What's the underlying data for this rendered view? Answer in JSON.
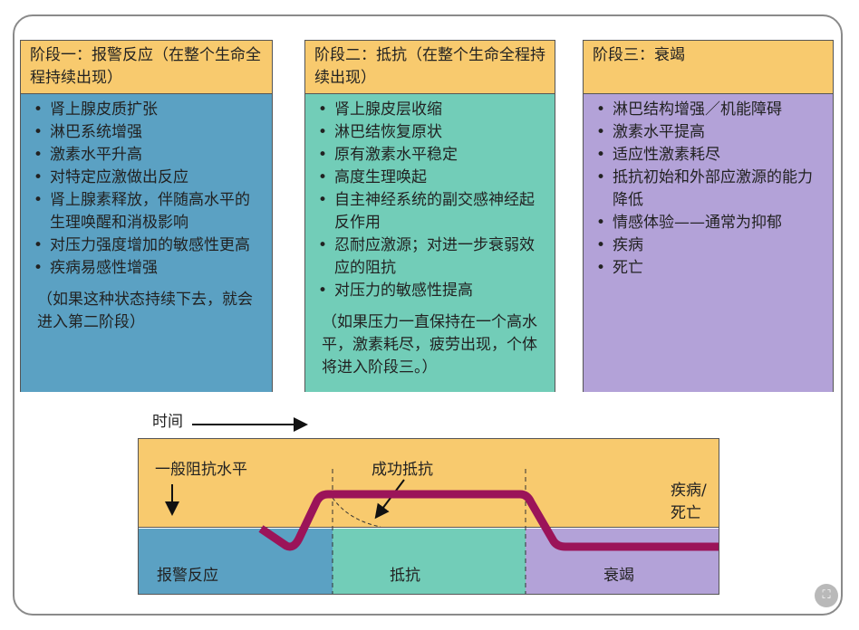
{
  "stages": [
    {
      "title": "阶段一：报警反应（在整个生命全程持续出现）",
      "items": [
        "肾上腺皮质扩张",
        "淋巴系统增强",
        "激素水平升高",
        "对特定应激做出反应",
        "肾上腺素释放，伴随高水平的生理唤醒和消极影响",
        "对压力强度增加的敏感性更高",
        "疾病易感性增强"
      ],
      "note": "（如果这种状态持续下去，就会进入第二阶段）"
    },
    {
      "title": "阶段二：抵抗（在整个生命全程持续出现）",
      "items": [
        "肾上腺皮层收缩",
        "淋巴结恢复原状",
        "原有激素水平稳定",
        "高度生理唤起",
        "自主神经系统的副交感神经起反作用",
        "忍耐应激源；对进一步衰弱效应的阻抗",
        "对压力的敏感性提高"
      ],
      "note": "（如果压力一直保持在一个高水平，激素耗尽，疲劳出现，个体将进入阶段三。）"
    },
    {
      "title": "阶段三：衰竭",
      "items": [
        "淋巴结构增强／机能障碍",
        "激素水平提高",
        "适应性激素耗尽",
        "抵抗初始和外部应激源的能力降低",
        "情感体验——通常为抑郁",
        "疾病",
        "死亡"
      ],
      "note": ""
    }
  ],
  "diagram": {
    "time_label": "时间",
    "resistance_label": "一般阻抗水平",
    "success_label": "成功抵抗",
    "end_label_1": "疾病/",
    "end_label_2": "死亡",
    "phases": [
      "报警反应",
      "抵抗",
      "衰竭"
    ]
  },
  "colors": {
    "header": "#f8ca6e",
    "alarm": "#5ba1c3",
    "resistance": "#72cdb8",
    "exhaustion": "#b3a2d8",
    "curve": "#9b1459"
  }
}
